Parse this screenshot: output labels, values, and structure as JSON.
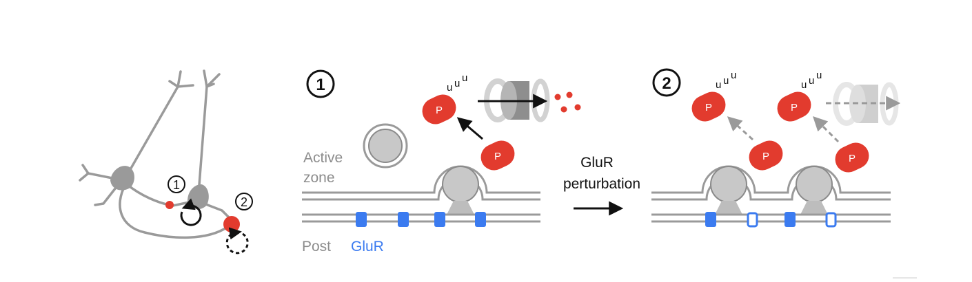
{
  "neuron_panel": {
    "marker_1": "1",
    "marker_2": "2"
  },
  "panel_1": {
    "number": "1",
    "active_zone_line1": "Active",
    "active_zone_line2": "zone",
    "post_label": "Post",
    "glur_label": "GluR",
    "protein_label": "P",
    "ubiquitin_mark": "u"
  },
  "transition": {
    "line1": "GluR",
    "line2": "perturbation"
  },
  "panel_2": {
    "number": "2",
    "protein_label": "P",
    "ubiquitin_mark": "u"
  },
  "colors": {
    "membrane_gray": "#9a9a9a",
    "glur_blue": "#3b7bf0",
    "protein_red": "#e23b2e",
    "text_gray": "#8c8c8c"
  }
}
